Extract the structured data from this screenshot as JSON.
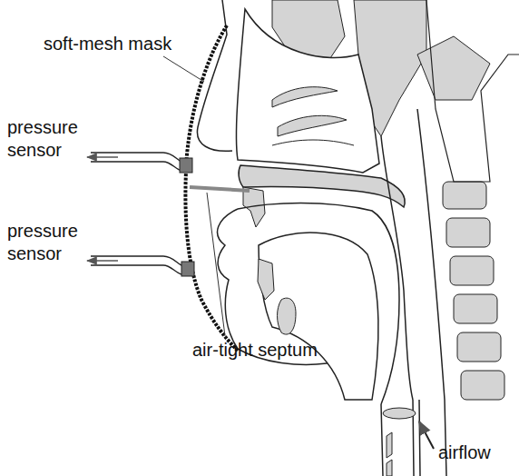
{
  "diagram": {
    "labels": [
      "soft-mesh mask",
      "pressure sensor",
      "pressure sensor",
      "air-tight septum",
      "airflow"
    ]
  }
}
